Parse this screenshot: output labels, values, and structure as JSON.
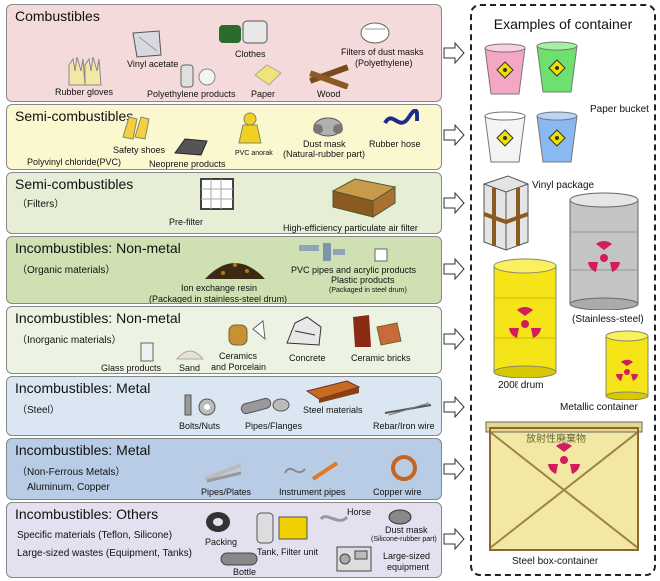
{
  "bands": [
    {
      "title": "Combustibles",
      "sub": "",
      "color": "#f4dada",
      "labels": [
        "Vinyl acetate",
        "Clothes",
        "Filters of dust masks",
        "(Polyethylene)",
        "Rubber gloves",
        "Polyethylene products",
        "Paper",
        "Wood"
      ]
    },
    {
      "title": "Semi-combustibles",
      "sub": "",
      "color": "#fbf8d0",
      "labels": [
        "Safety shoes",
        "PVC anorak",
        "Dust mask",
        "(Natural-rubber part)",
        "Rubber hose",
        "Polyvinyl chloride(PVC)",
        "Neoprene products"
      ]
    },
    {
      "title": "Semi-combustibles",
      "sub": "（Filters）",
      "color": "#e6efd6",
      "labels": [
        "Pre-filter",
        "High-efficiency particulate air filter"
      ]
    },
    {
      "title": "Incombustibles: Non-metal",
      "sub": "（Organic materials）",
      "color": "#cfe0b2",
      "labels": [
        "PVC pipes and acrylic products",
        "Plastic products",
        "(Packaged  in steel drum)",
        "Ion exchange resin",
        "(Packaged in stainless-steel drum)"
      ]
    },
    {
      "title": "Incombustibles: Non-metal",
      "sub": "（Inorganic materials）",
      "color": "#edf3e2",
      "labels": [
        "Ceramics",
        "and Porcelain",
        "Glass products",
        "Sand",
        "Concrete",
        "Ceramic bricks"
      ]
    },
    {
      "title": "Incombustibles: Metal",
      "sub": "（Steel）",
      "color": "#dbe6f3",
      "labels": [
        "Steel materials",
        "Bolts/Nuts",
        "Pipes/Flanges",
        "Rebar/Iron wire"
      ]
    },
    {
      "title": "Incombustibles: Metal",
      "sub": "（Non-Ferrous Metals）",
      "color": "#b8cce6",
      "labels": [
        "Aluminum, Copper",
        "Pipes/Plates",
        "Instrument pipes",
        "Copper wire"
      ]
    },
    {
      "title": "Incombustibles: Others",
      "sub": "",
      "color": "#e3e0ef",
      "labels": [
        "Specific materials (Teflon, Silicone)",
        "Large-sized wastes (Equipment, Tanks)",
        "Packing",
        "Tank, Filter unit",
        "Horse",
        "Dust mask",
        "(Silicone-rubber part)",
        "Bottle",
        "Large-sized",
        "equipment"
      ]
    }
  ],
  "containers": {
    "title": "Examples of container",
    "labels": [
      "Paper bucket",
      "Vinyl package",
      "(Stainless-steel)",
      "200ℓ drum",
      "Metallic container",
      "Steel box-container"
    ],
    "box_marking": "放射性廃棄物"
  }
}
